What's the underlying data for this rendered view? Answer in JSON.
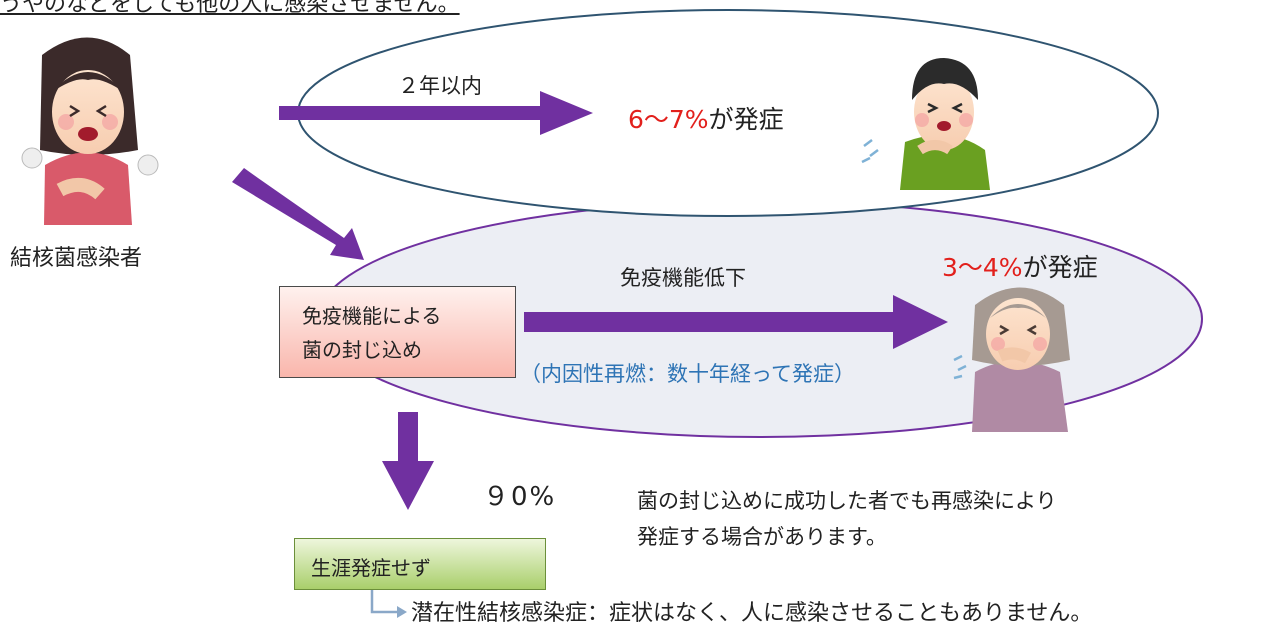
{
  "top_text": "うやのなどをしても他の人に感染させません。",
  "infected_label": "結核菌感染者",
  "top_ellipse": {
    "arrow_label": "２年以内",
    "percent_red": "6〜7%",
    "percent_suffix": "が発症"
  },
  "bottom_ellipse": {
    "arrow_label": "免疫機能低下",
    "percent_red": "3〜4%",
    "percent_suffix": "が発症",
    "note": "（内因性再燃：数十年経って発症）"
  },
  "containment_box": {
    "line1": "免疫機能による",
    "line2": "菌の封じ込め"
  },
  "down_arrow_label": "９0%",
  "reinfection_note": {
    "line1": "菌の封じ込めに成功した者でも再感染により",
    "line2": "発症する場合があります。"
  },
  "lifelong_box": "生涯発症せず",
  "latent_note": "潜在性結核感染症：症状はなく、人に感染させることもありません。",
  "colors": {
    "arrow": "#7030a0",
    "top_ellipse_stroke": "#2f5470",
    "bottom_ellipse_stroke": "#7030a0",
    "bottom_ellipse_fill": "#eceef4",
    "percent_red": "#e2201c",
    "note_blue": "#2e74b5"
  },
  "icons": [
    "coughing-woman-icon",
    "sneezing-man-icon",
    "coughing-elderly-woman-icon",
    "elbow-connector-arrow-icon"
  ]
}
